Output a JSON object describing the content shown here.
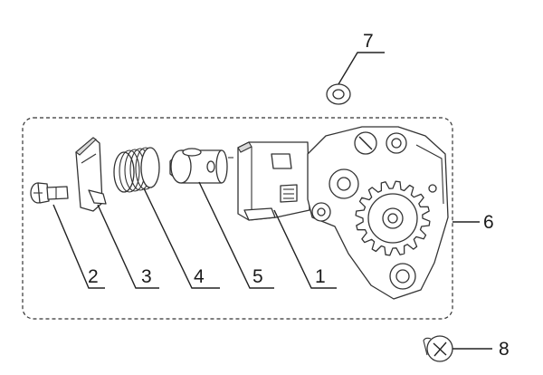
{
  "callouts": [
    {
      "id": "1",
      "label": "1"
    },
    {
      "id": "2",
      "label": "2"
    },
    {
      "id": "3",
      "label": "3"
    },
    {
      "id": "4",
      "label": "4"
    },
    {
      "id": "5",
      "label": "5"
    },
    {
      "id": "6",
      "label": "6"
    },
    {
      "id": "7",
      "label": "7"
    },
    {
      "id": "8",
      "label": "8"
    }
  ],
  "parts": [
    {
      "id": "2",
      "icon": "screw-icon"
    },
    {
      "id": "3",
      "icon": "cover-plate-icon"
    },
    {
      "id": "4",
      "icon": "spring-icon"
    },
    {
      "id": "5",
      "icon": "plunger-icon"
    },
    {
      "id": "1",
      "icon": "pump-housing-icon"
    },
    {
      "id": "6",
      "icon": "oil-pump-assembly-icon"
    },
    {
      "id": "7",
      "icon": "washer-icon"
    },
    {
      "id": "8",
      "icon": "phillips-screw-icon"
    }
  ],
  "colors": {
    "line": "#222222",
    "shade": "#d9d9d9",
    "background": "#ffffff"
  }
}
